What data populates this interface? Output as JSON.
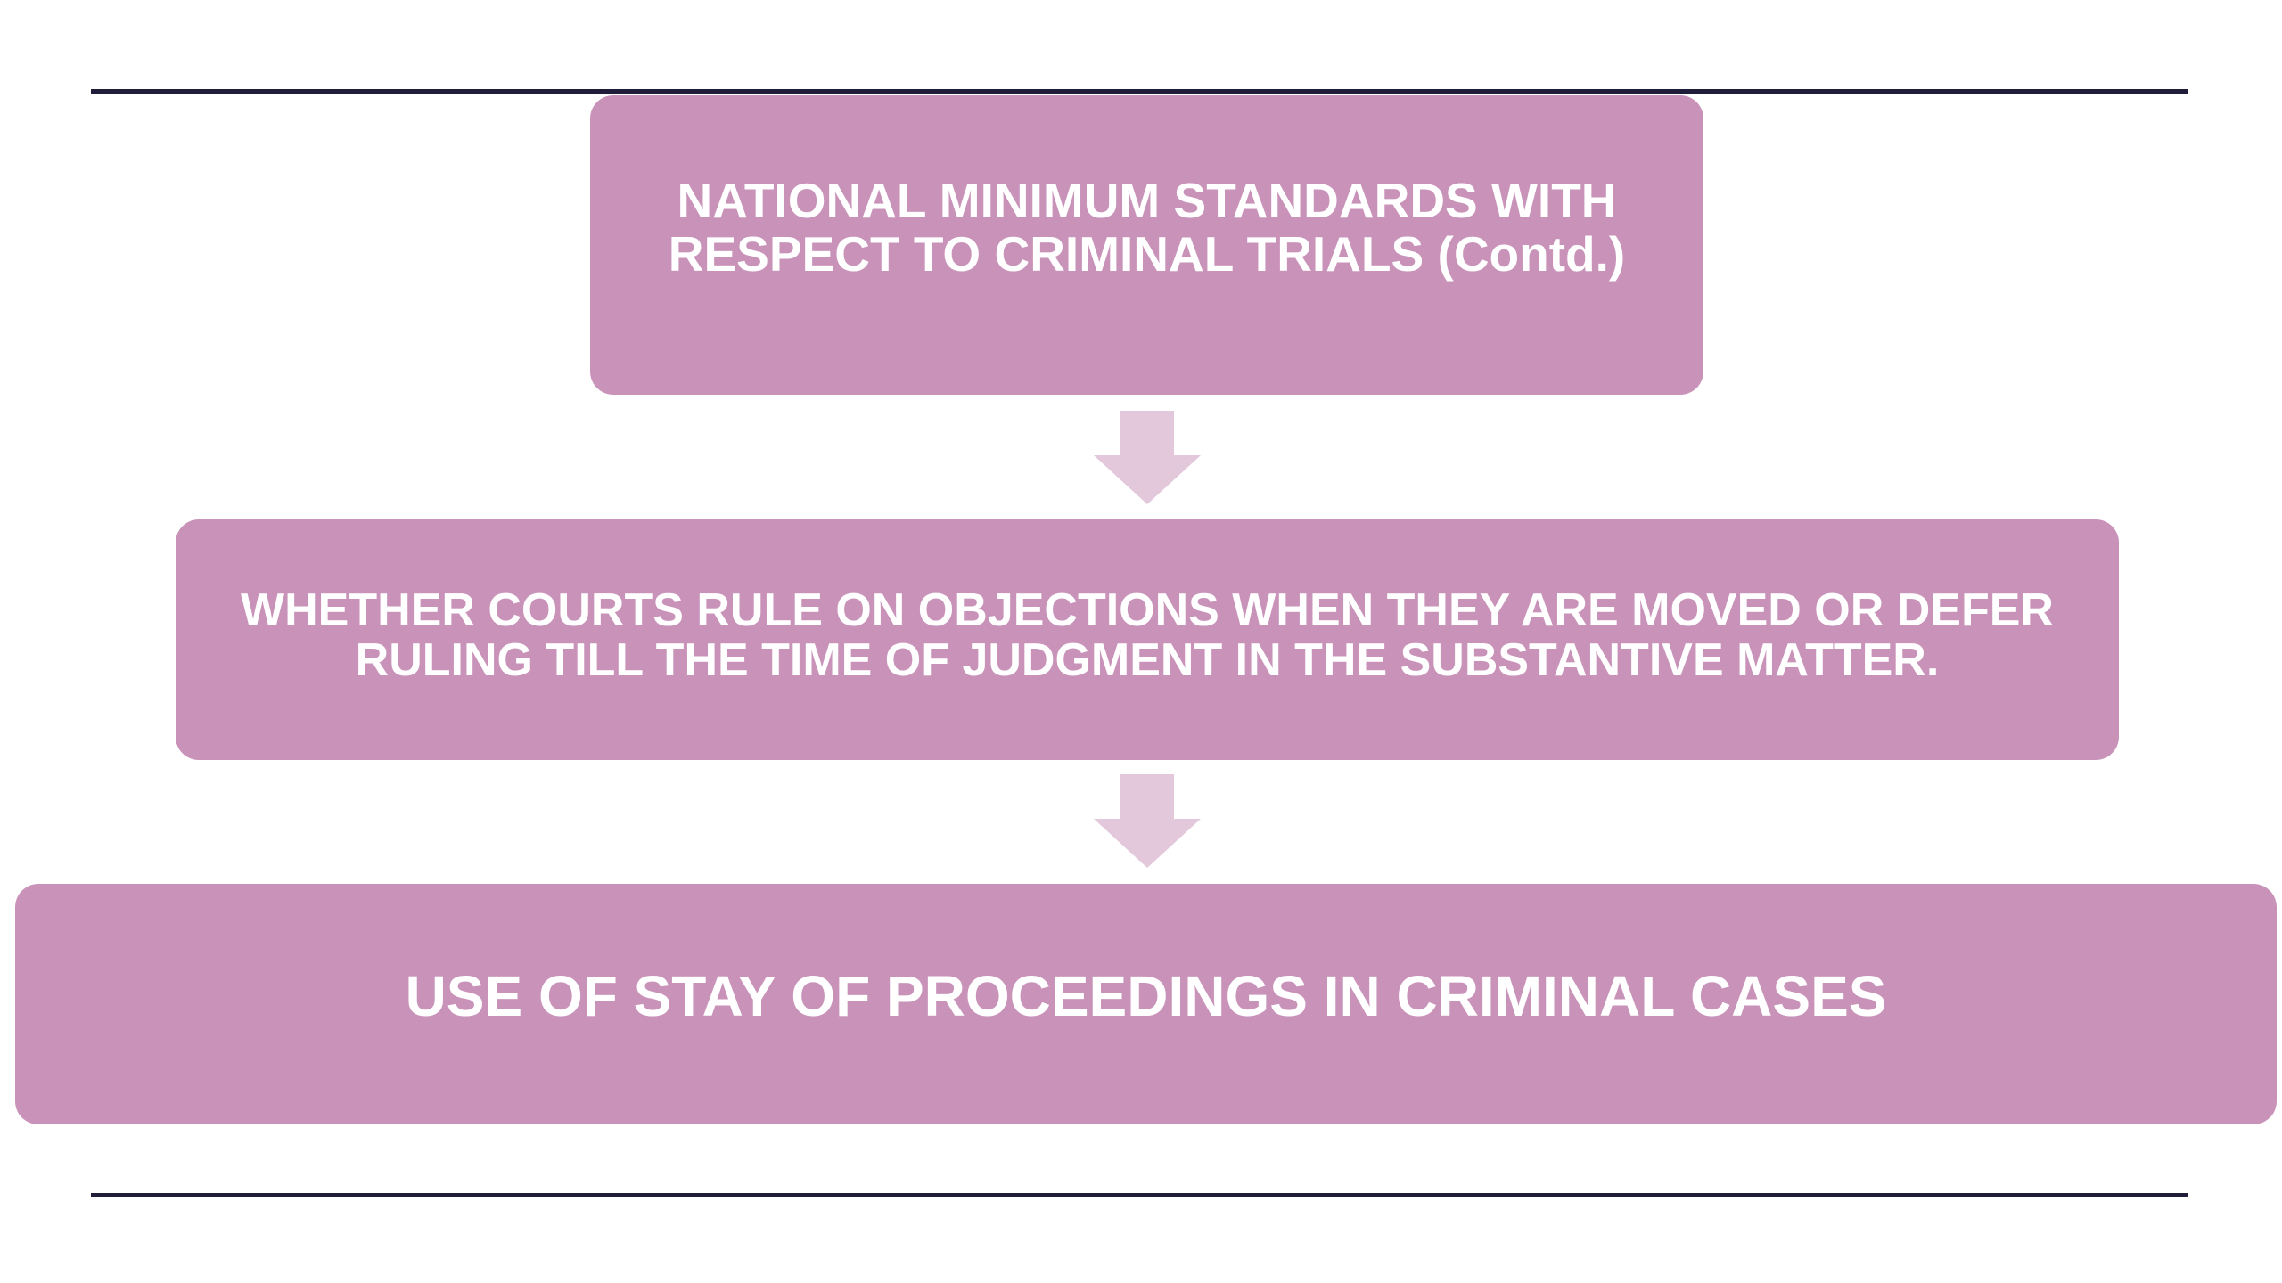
{
  "diagram": {
    "type": "vertical-flowchart",
    "box_color": "#c993b9",
    "arrow_color": "#e3c8dc",
    "rule_color": "#1f1d3a",
    "text_color": "#ffffff",
    "boxes": [
      {
        "lines": [
          "NATIONAL MINIMUM STANDARDS WITH",
          "RESPECT TO CRIMINAL TRIALS (Contd.)"
        ]
      },
      {
        "lines": [
          "WHETHER COURTS RULE ON OBJECTIONS WHEN THEY ARE MOVED OR DEFER",
          "RULING TILL THE TIME OF JUDGMENT IN THE SUBSTANTIVE MATTER."
        ]
      },
      {
        "lines": [
          "USE OF STAY OF PROCEEDINGS IN CRIMINAL CASES"
        ]
      }
    ],
    "arrows": [
      {
        "from": 0,
        "to": 1,
        "icon": "arrow-down-icon"
      },
      {
        "from": 1,
        "to": 2,
        "icon": "arrow-down-icon"
      }
    ]
  }
}
